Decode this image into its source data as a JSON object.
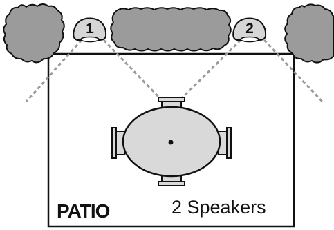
{
  "diagram": {
    "area_label": "PATIO",
    "caption": "2 Speakers",
    "speakers": [
      {
        "number": "1"
      },
      {
        "number": "2"
      }
    ],
    "colors": {
      "foliage": "#9b9b9b",
      "speaker_fill": "#d6d6d6",
      "table_fill": "#d9d9d9",
      "outline": "#111111",
      "dispersion_line": "#9a9a9a"
    },
    "icons": [
      "shrub-icon",
      "hedge-icon",
      "speaker-icon",
      "table-icon",
      "chair-icon"
    ]
  }
}
